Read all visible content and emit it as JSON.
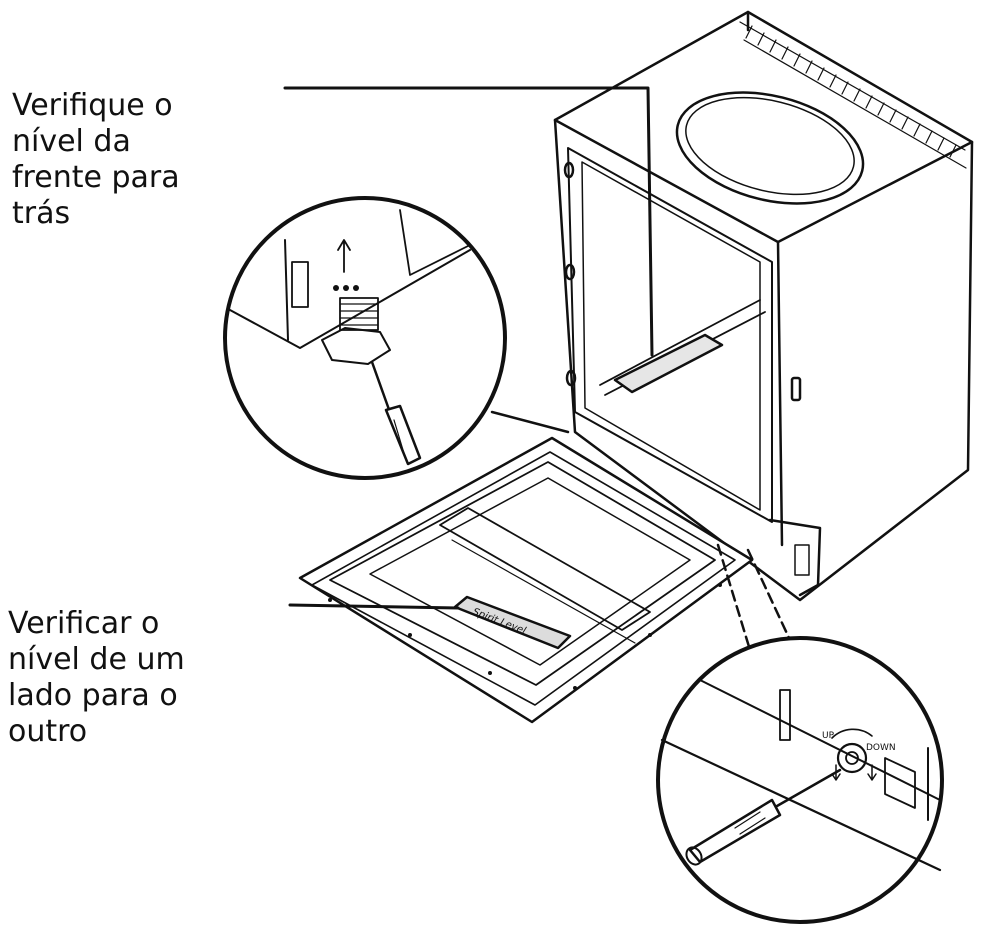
{
  "callouts": {
    "front_to_back": "Verifique o\nnível da\nfrente para\ntrás",
    "side_to_side": "Verificar o\nnível de um\nlado para o\noutro"
  },
  "level_label": "Spirit Level",
  "dial": {
    "up": "UP",
    "down": "DOWN"
  },
  "colors": {
    "line": "#111111",
    "background": "#ffffff",
    "level_fill": "#777777"
  }
}
